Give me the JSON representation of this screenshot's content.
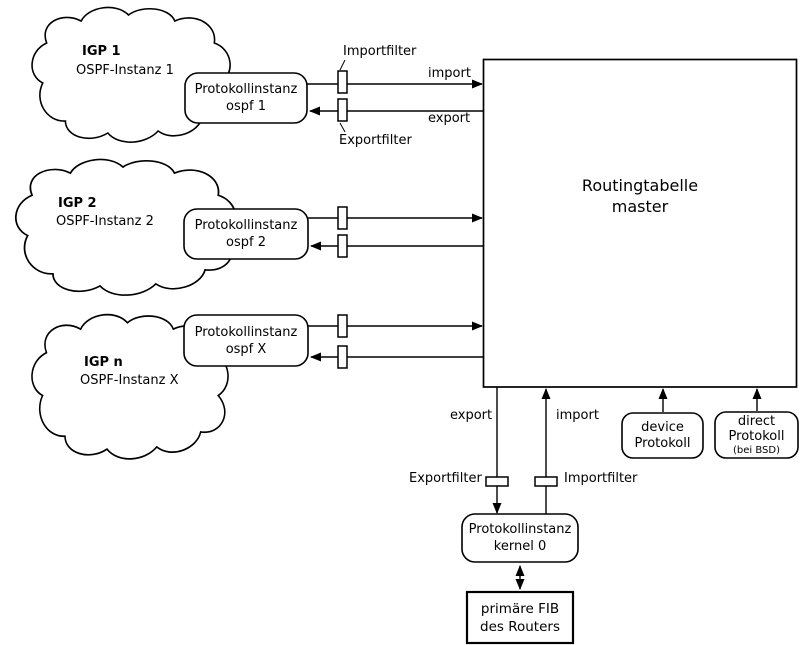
{
  "diagram": {
    "clouds": [
      {
        "title": "IGP 1",
        "subtitle": "OSPF-Instanz 1"
      },
      {
        "title": "IGP 2",
        "subtitle": "OSPF-Instanz 2"
      },
      {
        "title": "IGP n",
        "subtitle": "OSPF-Instanz X"
      }
    ],
    "protocol_boxes": [
      {
        "line1": "Protokollinstanz",
        "line2": "ospf 1"
      },
      {
        "line1": "Protokollinstanz",
        "line2": "ospf 2"
      },
      {
        "line1": "Protokollinstanz",
        "line2": "ospf X"
      }
    ],
    "routing_table": {
      "line1": "Routingtabelle",
      "line2": "master"
    },
    "top_filters": {
      "import_label": "Importfilter",
      "export_label": "Exportfilter"
    },
    "top_arrows": {
      "import_label": "import",
      "export_label": "export"
    },
    "bottom_arrows": {
      "export_label": "export",
      "import_label": "import"
    },
    "bottom_filters": {
      "export_label": "Exportfilter",
      "import_label": "Importfilter"
    },
    "device_box": {
      "line1": "device",
      "line2": "Protokoll"
    },
    "direct_box": {
      "line1": "direct",
      "line2": "Protokoll",
      "line3": "(bei BSD)"
    },
    "kernel_box": {
      "line1": "Protokollinstanz",
      "line2": "kernel 0"
    },
    "fib_box": {
      "line1": "primäre FIB",
      "line2": "des Routers"
    },
    "colors": {
      "stroke": "#000000",
      "background": "#ffffff"
    }
  }
}
